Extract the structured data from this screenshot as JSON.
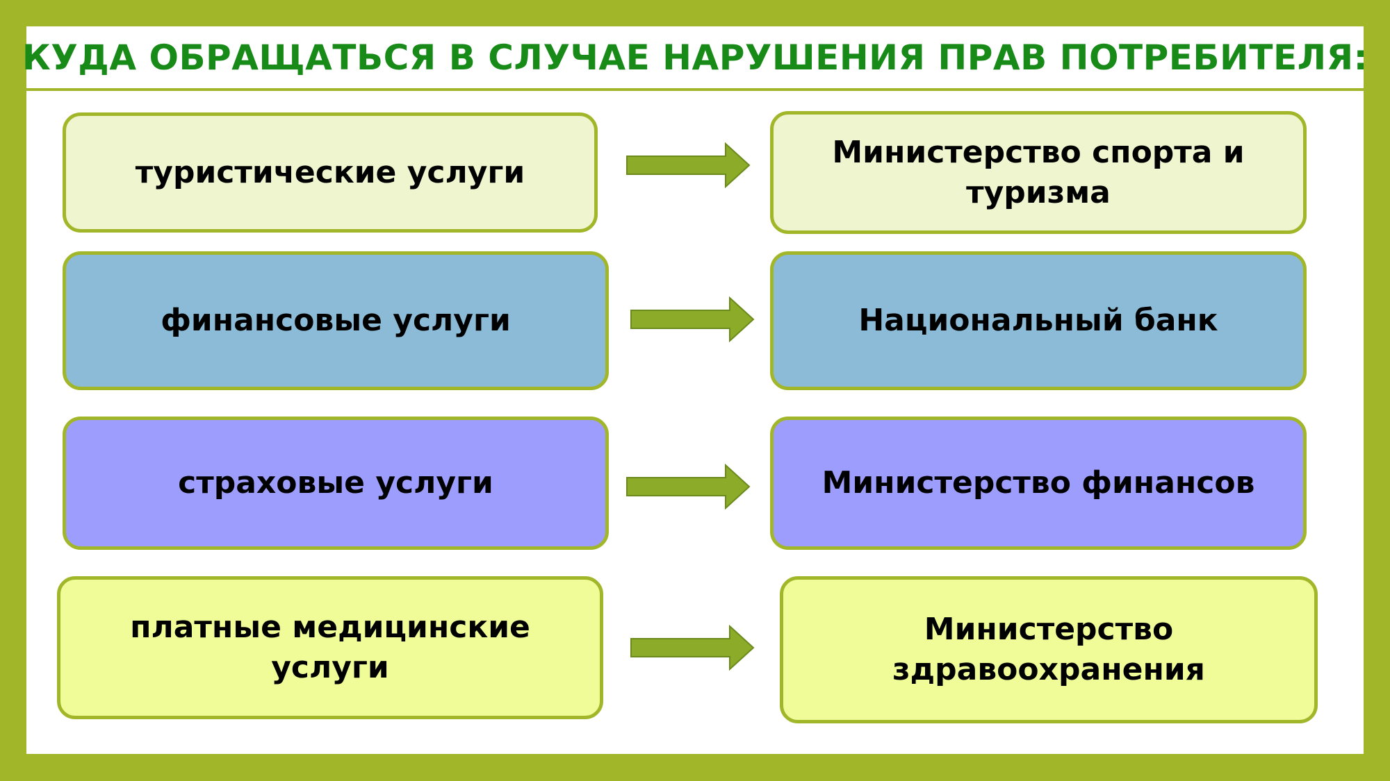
{
  "title": "КУДА ОБРАЩАТЬСЯ В СЛУЧАЕ НАРУШЕНИЯ ПРАВ ПОТРЕБИТЕЛЯ:",
  "colors": {
    "frame": "#a2b629",
    "title": "#178a17",
    "arrow_fill": "#8cab28",
    "arrow_stroke": "#6a8a1c",
    "row1": "#eff5cf",
    "row2": "#8bbbd6",
    "row3": "#9d9dfd",
    "row4": "#effc98"
  },
  "rows": [
    {
      "service": "туристические услуги",
      "authority": "Министерство спорта и туризма"
    },
    {
      "service": "финансовые услуги",
      "authority": "Национальный банк"
    },
    {
      "service": "страховые услуги",
      "authority": "Министерство финансов"
    },
    {
      "service": "платные медицинские услуги",
      "authority": "Министерство здравоохранения"
    }
  ]
}
